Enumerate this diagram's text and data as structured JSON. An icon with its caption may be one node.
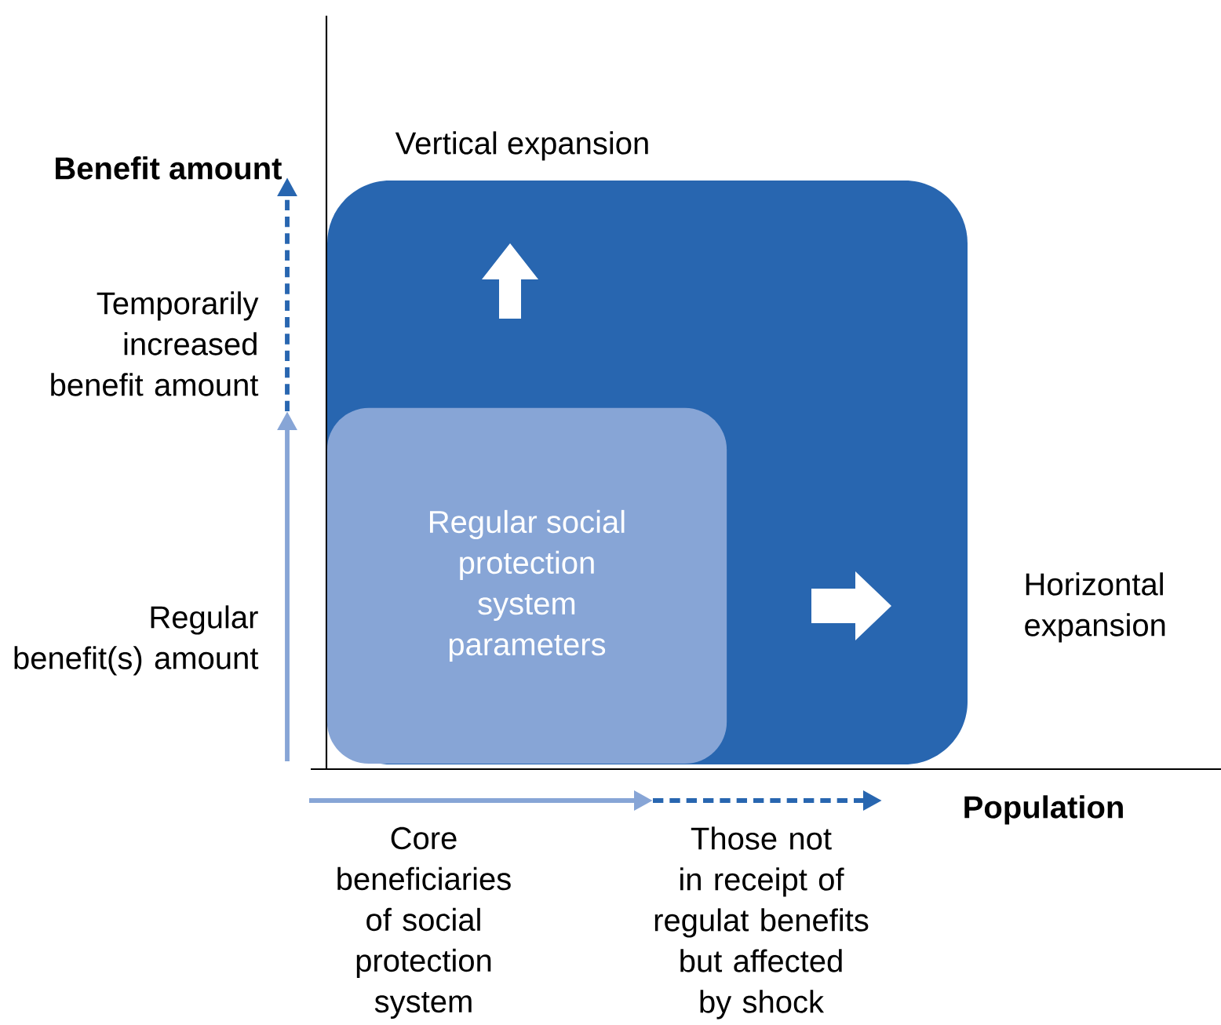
{
  "diagram": {
    "nodes": [
      {
        "text": [],
        "shape": "box"
      },
      {
        "text": [
          "Regular social protection system parameters"
        ],
        "in": 0
      }
    ],
    "labels": [
      "Vertical expansion",
      "Benefit amount",
      "Temporarily increased benefit amount",
      "Regular benefit(s) amount",
      "Horizontal expansion",
      "Population",
      "Core beneficiaries of social protection system",
      "Those not in receipt of regulat benefits but affected by shock"
    ]
  }
}
